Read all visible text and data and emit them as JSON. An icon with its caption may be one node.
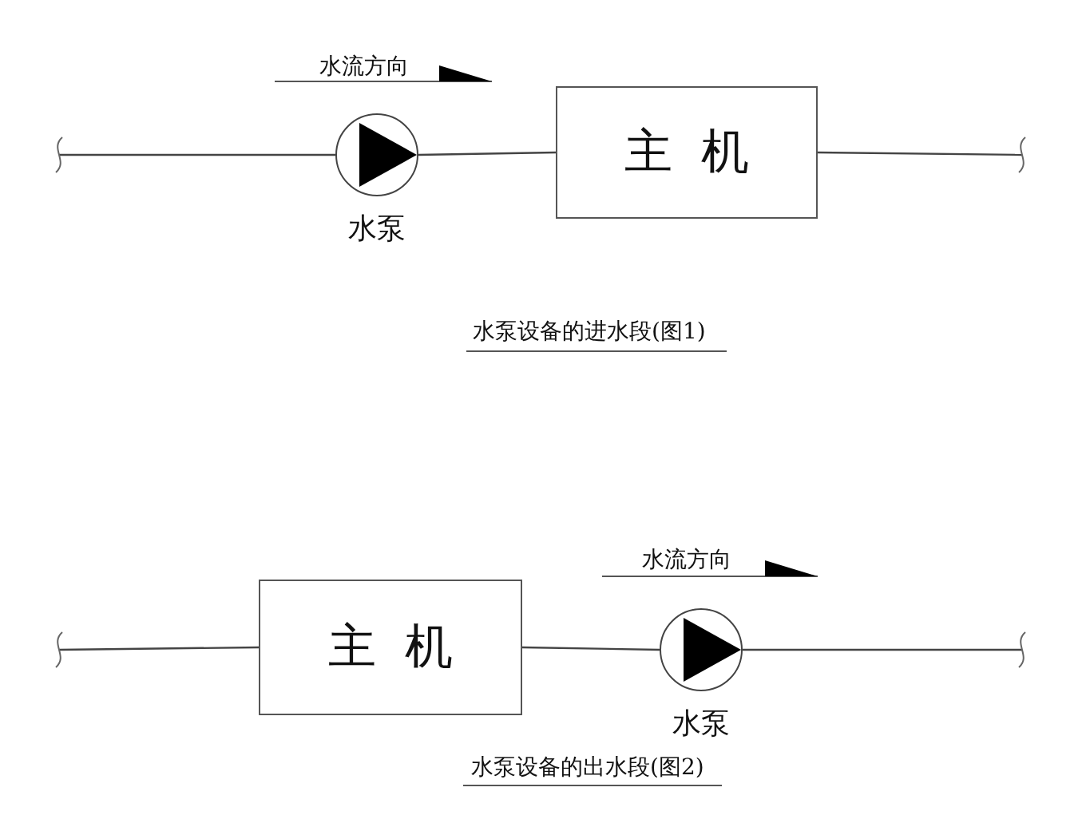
{
  "diagram": {
    "nodes": [
      {
        "text": [
          "水泵"
        ]
      },
      {
        "text": [
          "主机"
        ]
      },
      {
        "text": [
          "主机"
        ]
      },
      {
        "text": [
          "水泵"
        ]
      }
    ],
    "edges": [
      {
        "from": null,
        "to": 0,
        "arrow": "none"
      },
      {
        "from": 0,
        "to": 1,
        "arrow": "none"
      },
      {
        "from": 1,
        "to": null,
        "arrow": "none"
      },
      {
        "from": null,
        "to": 2,
        "arrow": "none"
      },
      {
        "from": 2,
        "to": 3,
        "arrow": "none"
      },
      {
        "from": 3,
        "to": null,
        "arrow": "none"
      }
    ],
    "labels": [
      "水流方向",
      "水泵设备的进水段(图1)",
      "水流方向",
      "水泵设备的出水段(图2)"
    ]
  }
}
